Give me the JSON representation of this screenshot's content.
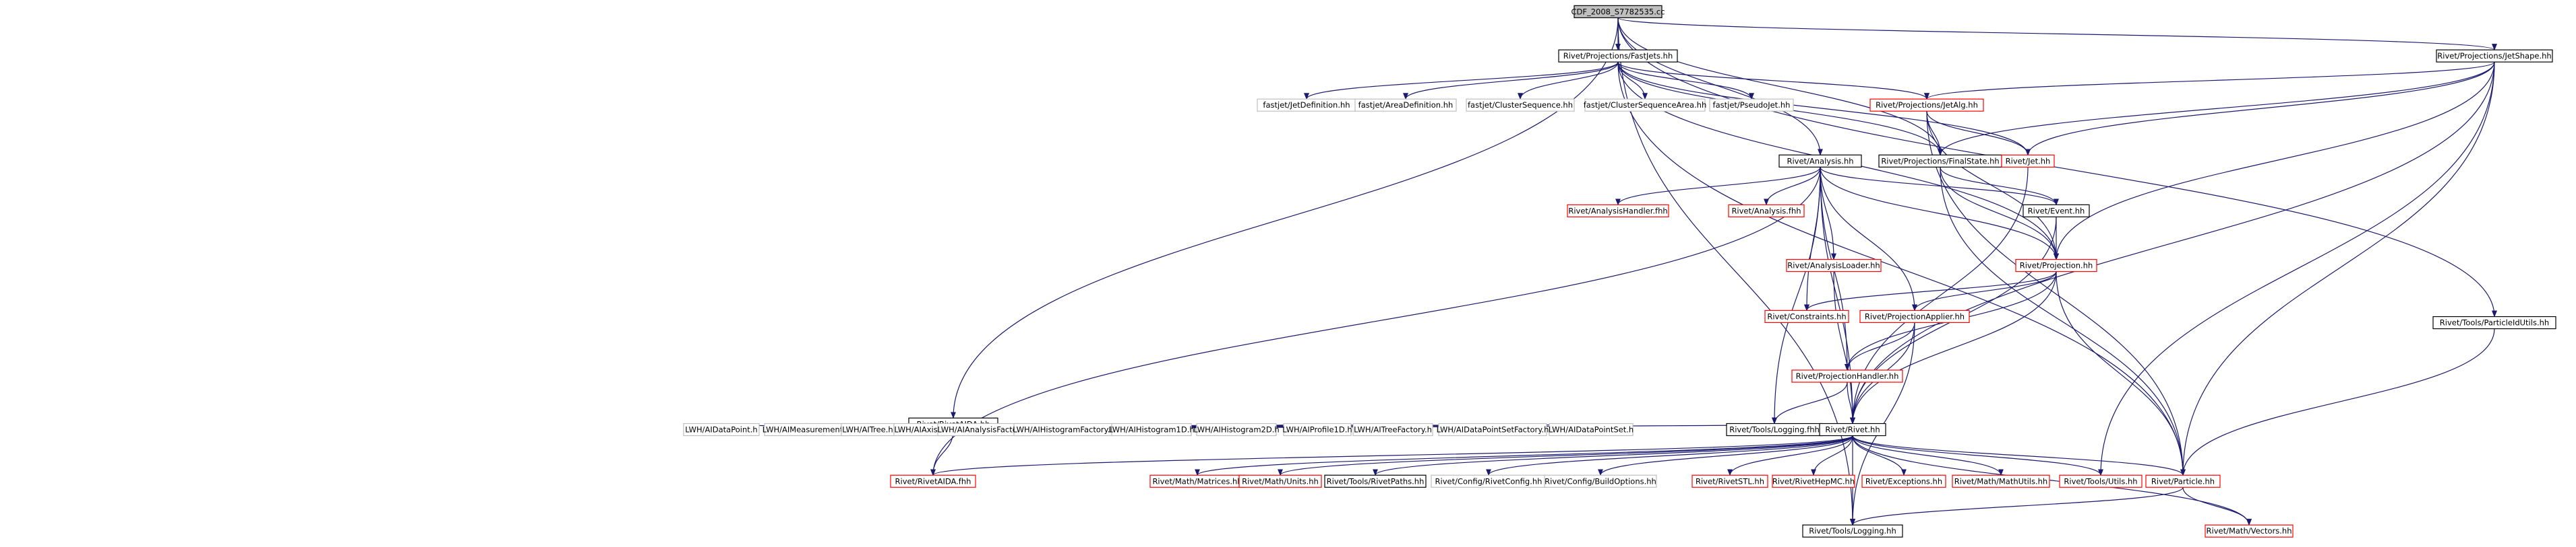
{
  "graph": {
    "colors": {
      "edge": "#1a1a6e",
      "root_fill": "#bfbfbf",
      "documented_border": "#000000",
      "undocumented_border": "#ff0000",
      "external_border": "#bfbfbf",
      "text": "#000000"
    },
    "nodes": [
      {
        "id": "root",
        "label": "CDF_2008_S7782535.cc",
        "style": "root"
      },
      {
        "id": "fastjets",
        "label": "Rivet/Projections/FastJets.hh",
        "style": "documented"
      },
      {
        "id": "jetshape",
        "label": "Rivet/Projections/JetShape.hh",
        "style": "documented"
      },
      {
        "id": "analysis",
        "label": "Rivet/Analysis.hh",
        "style": "documented"
      },
      {
        "id": "rivetaida",
        "label": "Rivet/RivetAIDA.hh",
        "style": "documented"
      },
      {
        "id": "particleidutils",
        "label": "Rivet/Tools/ParticleIdUtils.hh",
        "style": "documented"
      },
      {
        "id": "jetdef",
        "label": "fastjet/JetDefinition.hh",
        "style": "external"
      },
      {
        "id": "areadef",
        "label": "fastjet/AreaDefinition.hh",
        "style": "external"
      },
      {
        "id": "clusterseq",
        "label": "fastjet/ClusterSequence.hh",
        "style": "external"
      },
      {
        "id": "clusterseqarea",
        "label": "fastjet/ClusterSequenceArea.hh",
        "style": "external"
      },
      {
        "id": "pseudojet",
        "label": "fastjet/PseudoJet.hh",
        "style": "external"
      },
      {
        "id": "jetalg",
        "label": "Rivet/Projections/JetAlg.hh",
        "style": "undocumented"
      },
      {
        "id": "finalstate",
        "label": "Rivet/Projections/FinalState.hh",
        "style": "documented"
      },
      {
        "id": "jet",
        "label": "Rivet/Jet.hh",
        "style": "undocumented"
      },
      {
        "id": "analysishandler",
        "label": "Rivet/AnalysisHandler.fhh",
        "style": "undocumented"
      },
      {
        "id": "analysisfhh",
        "label": "Rivet/Analysis.fhh",
        "style": "undocumented"
      },
      {
        "id": "event",
        "label": "Rivet/Event.hh",
        "style": "documented"
      },
      {
        "id": "analysisloader",
        "label": "Rivet/AnalysisLoader.hh",
        "style": "undocumented"
      },
      {
        "id": "projection",
        "label": "Rivet/Projection.hh",
        "style": "undocumented"
      },
      {
        "id": "constraints",
        "label": "Rivet/Constraints.hh",
        "style": "undocumented"
      },
      {
        "id": "projapplier",
        "label": "Rivet/ProjectionApplier.hh",
        "style": "undocumented"
      },
      {
        "id": "projhandler",
        "label": "Rivet/ProjectionHandler.hh",
        "style": "undocumented"
      },
      {
        "id": "loggingfhh",
        "label": "Rivet/Tools/Logging.fhh",
        "style": "documented"
      },
      {
        "id": "rivet",
        "label": "Rivet/Rivet.hh",
        "style": "documented"
      },
      {
        "id": "lwh_dp",
        "label": "LWH/AIDataPoint.h",
        "style": "external"
      },
      {
        "id": "lwh_meas",
        "label": "LWH/AIMeasurement.h",
        "style": "external"
      },
      {
        "id": "lwh_tree",
        "label": "LWH/AITree.h",
        "style": "external"
      },
      {
        "id": "lwh_axis",
        "label": "LWH/AIAxis.h",
        "style": "external"
      },
      {
        "id": "lwh_af",
        "label": "LWH/AIAnalysisFactory.h",
        "style": "external"
      },
      {
        "id": "lwh_hf",
        "label": "LWH/AIHistogramFactory.h",
        "style": "external"
      },
      {
        "id": "lwh_h1",
        "label": "LWH/AIHistogram1D.h",
        "style": "external"
      },
      {
        "id": "lwh_h2",
        "label": "LWH/AIHistogram2D.h",
        "style": "external"
      },
      {
        "id": "lwh_p1",
        "label": "LWH/AIProfile1D.h",
        "style": "external"
      },
      {
        "id": "lwh_tf",
        "label": "LWH/AITreeFactory.h",
        "style": "external"
      },
      {
        "id": "lwh_dpsf",
        "label": "LWH/AIDataPointSetFactory.h",
        "style": "external"
      },
      {
        "id": "lwh_dps",
        "label": "LWH/AIDataPointSet.h",
        "style": "external"
      },
      {
        "id": "rivetaidafhh",
        "label": "Rivet/RivetAIDA.fhh",
        "style": "undocumented"
      },
      {
        "id": "matrices",
        "label": "Rivet/Math/Matrices.hh",
        "style": "undocumented"
      },
      {
        "id": "units",
        "label": "Rivet/Math/Units.hh",
        "style": "undocumented"
      },
      {
        "id": "rivetpaths",
        "label": "Rivet/Tools/RivetPaths.hh",
        "style": "documented"
      },
      {
        "id": "rivetconfig",
        "label": "Rivet/Config/RivetConfig.hh",
        "style": "external"
      },
      {
        "id": "buildoptions",
        "label": "Rivet/Config/BuildOptions.hh",
        "style": "external"
      },
      {
        "id": "rivetstl",
        "label": "Rivet/RivetSTL.hh",
        "style": "undocumented"
      },
      {
        "id": "rivethepmc",
        "label": "Rivet/RivetHepMC.hh",
        "style": "undocumented"
      },
      {
        "id": "exceptions",
        "label": "Rivet/Exceptions.hh",
        "style": "undocumented"
      },
      {
        "id": "mathutils",
        "label": "Rivet/Math/MathUtils.hh",
        "style": "undocumented"
      },
      {
        "id": "toolsutils",
        "label": "Rivet/Tools/Utils.hh",
        "style": "undocumented"
      },
      {
        "id": "particle",
        "label": "Rivet/Particle.hh",
        "style": "undocumented"
      },
      {
        "id": "logginghh",
        "label": "Rivet/Tools/Logging.hh",
        "style": "documented"
      },
      {
        "id": "vectors",
        "label": "Rivet/Math/Vectors.hh",
        "style": "undocumented"
      }
    ],
    "edges": [
      [
        "root",
        "fastjets"
      ],
      [
        "root",
        "jetshape"
      ],
      [
        "root",
        "analysis"
      ],
      [
        "root",
        "rivetaida"
      ],
      [
        "root",
        "particleidutils"
      ],
      [
        "root",
        "logginghh"
      ],
      [
        "root",
        "finalstate"
      ],
      [
        "fastjets",
        "jetdef"
      ],
      [
        "fastjets",
        "areadef"
      ],
      [
        "fastjets",
        "clusterseq"
      ],
      [
        "fastjets",
        "clusterseqarea"
      ],
      [
        "fastjets",
        "pseudojet"
      ],
      [
        "fastjets",
        "jetalg"
      ],
      [
        "fastjets",
        "finalstate"
      ],
      [
        "fastjets",
        "jet"
      ],
      [
        "fastjets",
        "particle"
      ],
      [
        "fastjets",
        "projection"
      ],
      [
        "jetshape",
        "jetalg"
      ],
      [
        "jetshape",
        "finalstate"
      ],
      [
        "jetshape",
        "projection"
      ],
      [
        "jetshape",
        "jet"
      ],
      [
        "jetshape",
        "rivet"
      ],
      [
        "jetshape",
        "particle"
      ],
      [
        "jetshape",
        "toolsutils"
      ],
      [
        "jetalg",
        "finalstate"
      ],
      [
        "jetalg",
        "jet"
      ],
      [
        "jetalg",
        "projection"
      ],
      [
        "jetalg",
        "particle"
      ],
      [
        "finalstate",
        "event"
      ],
      [
        "finalstate",
        "projection"
      ],
      [
        "finalstate",
        "particle"
      ],
      [
        "jet",
        "rivet"
      ],
      [
        "analysis",
        "analysishandler"
      ],
      [
        "analysis",
        "analysisfhh"
      ],
      [
        "analysis",
        "event"
      ],
      [
        "analysis",
        "analysisloader"
      ],
      [
        "analysis",
        "projection"
      ],
      [
        "analysis",
        "constraints"
      ],
      [
        "analysis",
        "projapplier"
      ],
      [
        "analysis",
        "projhandler"
      ],
      [
        "analysis",
        "loggingfhh"
      ],
      [
        "analysis",
        "rivet"
      ],
      [
        "analysis",
        "rivetaidafhh"
      ],
      [
        "event",
        "projection"
      ],
      [
        "event",
        "rivet"
      ],
      [
        "analysisloader",
        "rivet"
      ],
      [
        "projection",
        "constraints"
      ],
      [
        "projection",
        "projapplier"
      ],
      [
        "projection",
        "projhandler"
      ],
      [
        "projection",
        "rivet"
      ],
      [
        "projection",
        "particle"
      ],
      [
        "projapplier",
        "projhandler"
      ],
      [
        "projapplier",
        "rivet"
      ],
      [
        "projapplier",
        "logginghh"
      ],
      [
        "projhandler",
        "loggingfhh"
      ],
      [
        "projhandler",
        "rivet"
      ],
      [
        "rivetaida",
        "lwh_dp"
      ],
      [
        "rivetaida",
        "lwh_meas"
      ],
      [
        "rivetaida",
        "lwh_tree"
      ],
      [
        "rivetaida",
        "lwh_axis"
      ],
      [
        "rivetaida",
        "lwh_af"
      ],
      [
        "rivetaida",
        "lwh_hf"
      ],
      [
        "rivetaida",
        "lwh_h1"
      ],
      [
        "rivetaida",
        "lwh_h2"
      ],
      [
        "rivetaida",
        "lwh_p1"
      ],
      [
        "rivetaida",
        "lwh_tf"
      ],
      [
        "rivetaida",
        "lwh_dpsf"
      ],
      [
        "rivetaida",
        "lwh_dps"
      ],
      [
        "rivetaida",
        "rivet"
      ],
      [
        "rivetaida",
        "rivetaidafhh"
      ],
      [
        "rivet",
        "rivetaidafhh"
      ],
      [
        "rivet",
        "matrices"
      ],
      [
        "rivet",
        "units"
      ],
      [
        "rivet",
        "rivetpaths"
      ],
      [
        "rivet",
        "rivetconfig"
      ],
      [
        "rivet",
        "buildoptions"
      ],
      [
        "rivet",
        "rivetstl"
      ],
      [
        "rivet",
        "rivethepmc"
      ],
      [
        "rivet",
        "exceptions"
      ],
      [
        "rivet",
        "mathutils"
      ],
      [
        "rivet",
        "toolsutils"
      ],
      [
        "rivet",
        "particle"
      ],
      [
        "rivet",
        "vectors"
      ],
      [
        "rivet",
        "logginghh"
      ],
      [
        "particleidutils",
        "particle"
      ],
      [
        "particle",
        "logginghh"
      ],
      [
        "particle",
        "vectors"
      ]
    ]
  }
}
